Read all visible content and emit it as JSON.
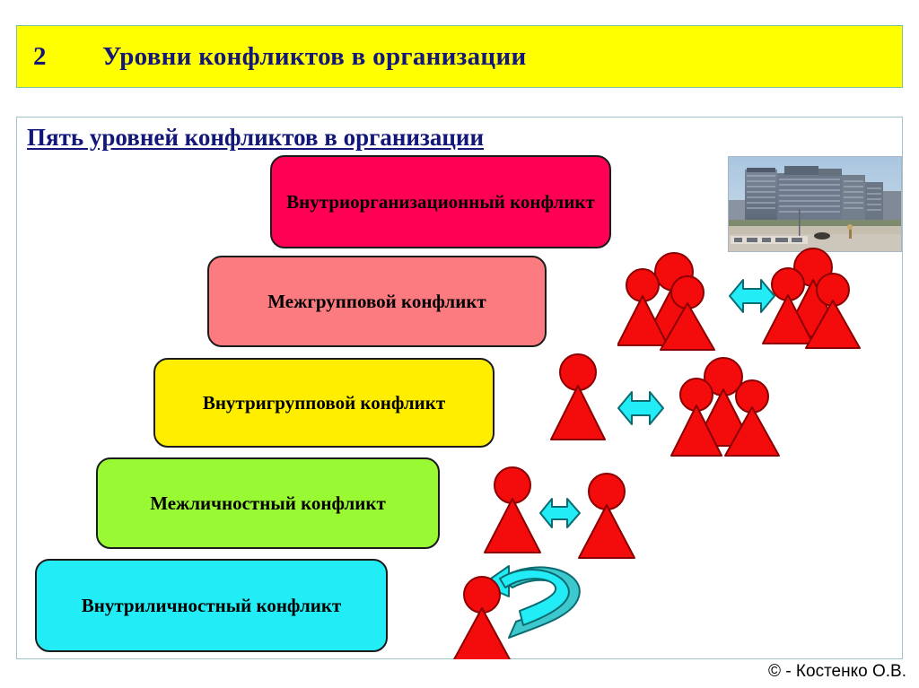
{
  "slide": {
    "header": {
      "number": "2",
      "title": "Уровни конфликтов в организации",
      "background_color": "#ffff00",
      "text_color": "#14177a"
    },
    "subtitle": "Пять уровней конфликтов в организации",
    "footer": "© - Костенко О.В."
  },
  "levels": [
    {
      "label": "Внутриорганизационный конфликт",
      "color": "#ff0055",
      "illustration": "group-vs-group-with-building"
    },
    {
      "label": "Межгрупповой конфликт",
      "color": "#fb7b80",
      "illustration": "group-vs-group"
    },
    {
      "label": "Внутригрупповой конфликт",
      "color": "#ffee00",
      "illustration": "person-vs-group"
    },
    {
      "label": "Межличностный конфликт",
      "color": "#99f933",
      "illustration": "person-vs-person"
    },
    {
      "label": "Внутриличностный конфликт",
      "color": "#22ecf5",
      "illustration": "person-vs-self"
    }
  ],
  "illustration_colors": {
    "figure_fill": "#f40c0c",
    "figure_stroke": "#8b0000",
    "arrow_fill": "#22ecf5",
    "arrow_fill_dark": "#3cc8cc",
    "arrow_stroke": "#0b6b70"
  },
  "photo": {
    "alt_name": "office-building-photo",
    "sky_color": "#b9cfe2",
    "building_color": "#6f7b8c",
    "ground_color": "#c9c2b4"
  }
}
